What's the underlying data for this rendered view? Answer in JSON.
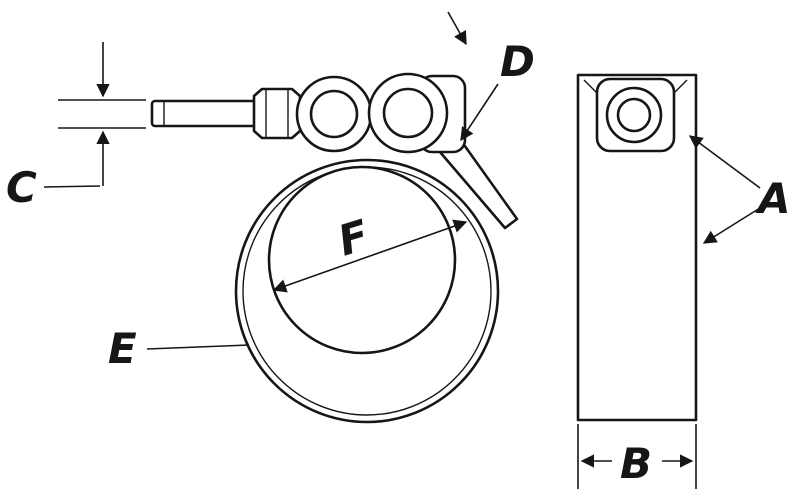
{
  "colors": {
    "ink": "#161616",
    "background": "#ffffff"
  },
  "diagram": {
    "labels": {
      "a": "A",
      "b": "B",
      "c": "C",
      "d": "D",
      "e": "E",
      "f": "F"
    }
  }
}
